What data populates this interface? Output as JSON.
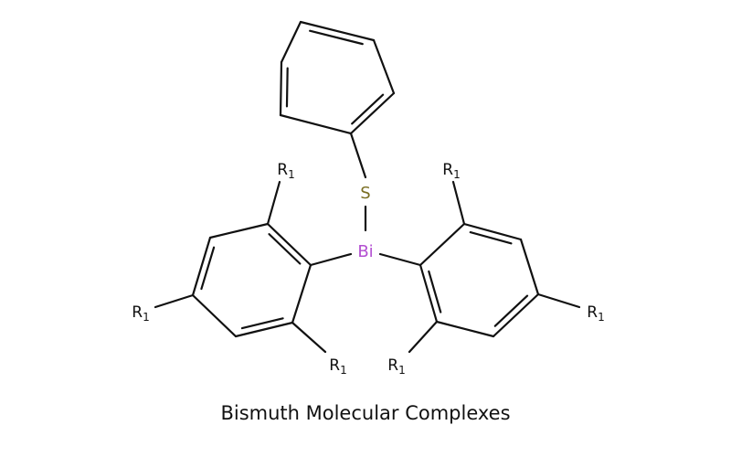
{
  "caption": "Bismuth Molecular Complexes",
  "atoms": {
    "bismuth": "Bi",
    "sulfur": "S",
    "substituent": "R",
    "substituent_subscript": "1"
  },
  "colors": {
    "bond": "#111111",
    "label": "#111111",
    "bismuth": "#b34fd1",
    "sulfur": "#7a6e22"
  }
}
